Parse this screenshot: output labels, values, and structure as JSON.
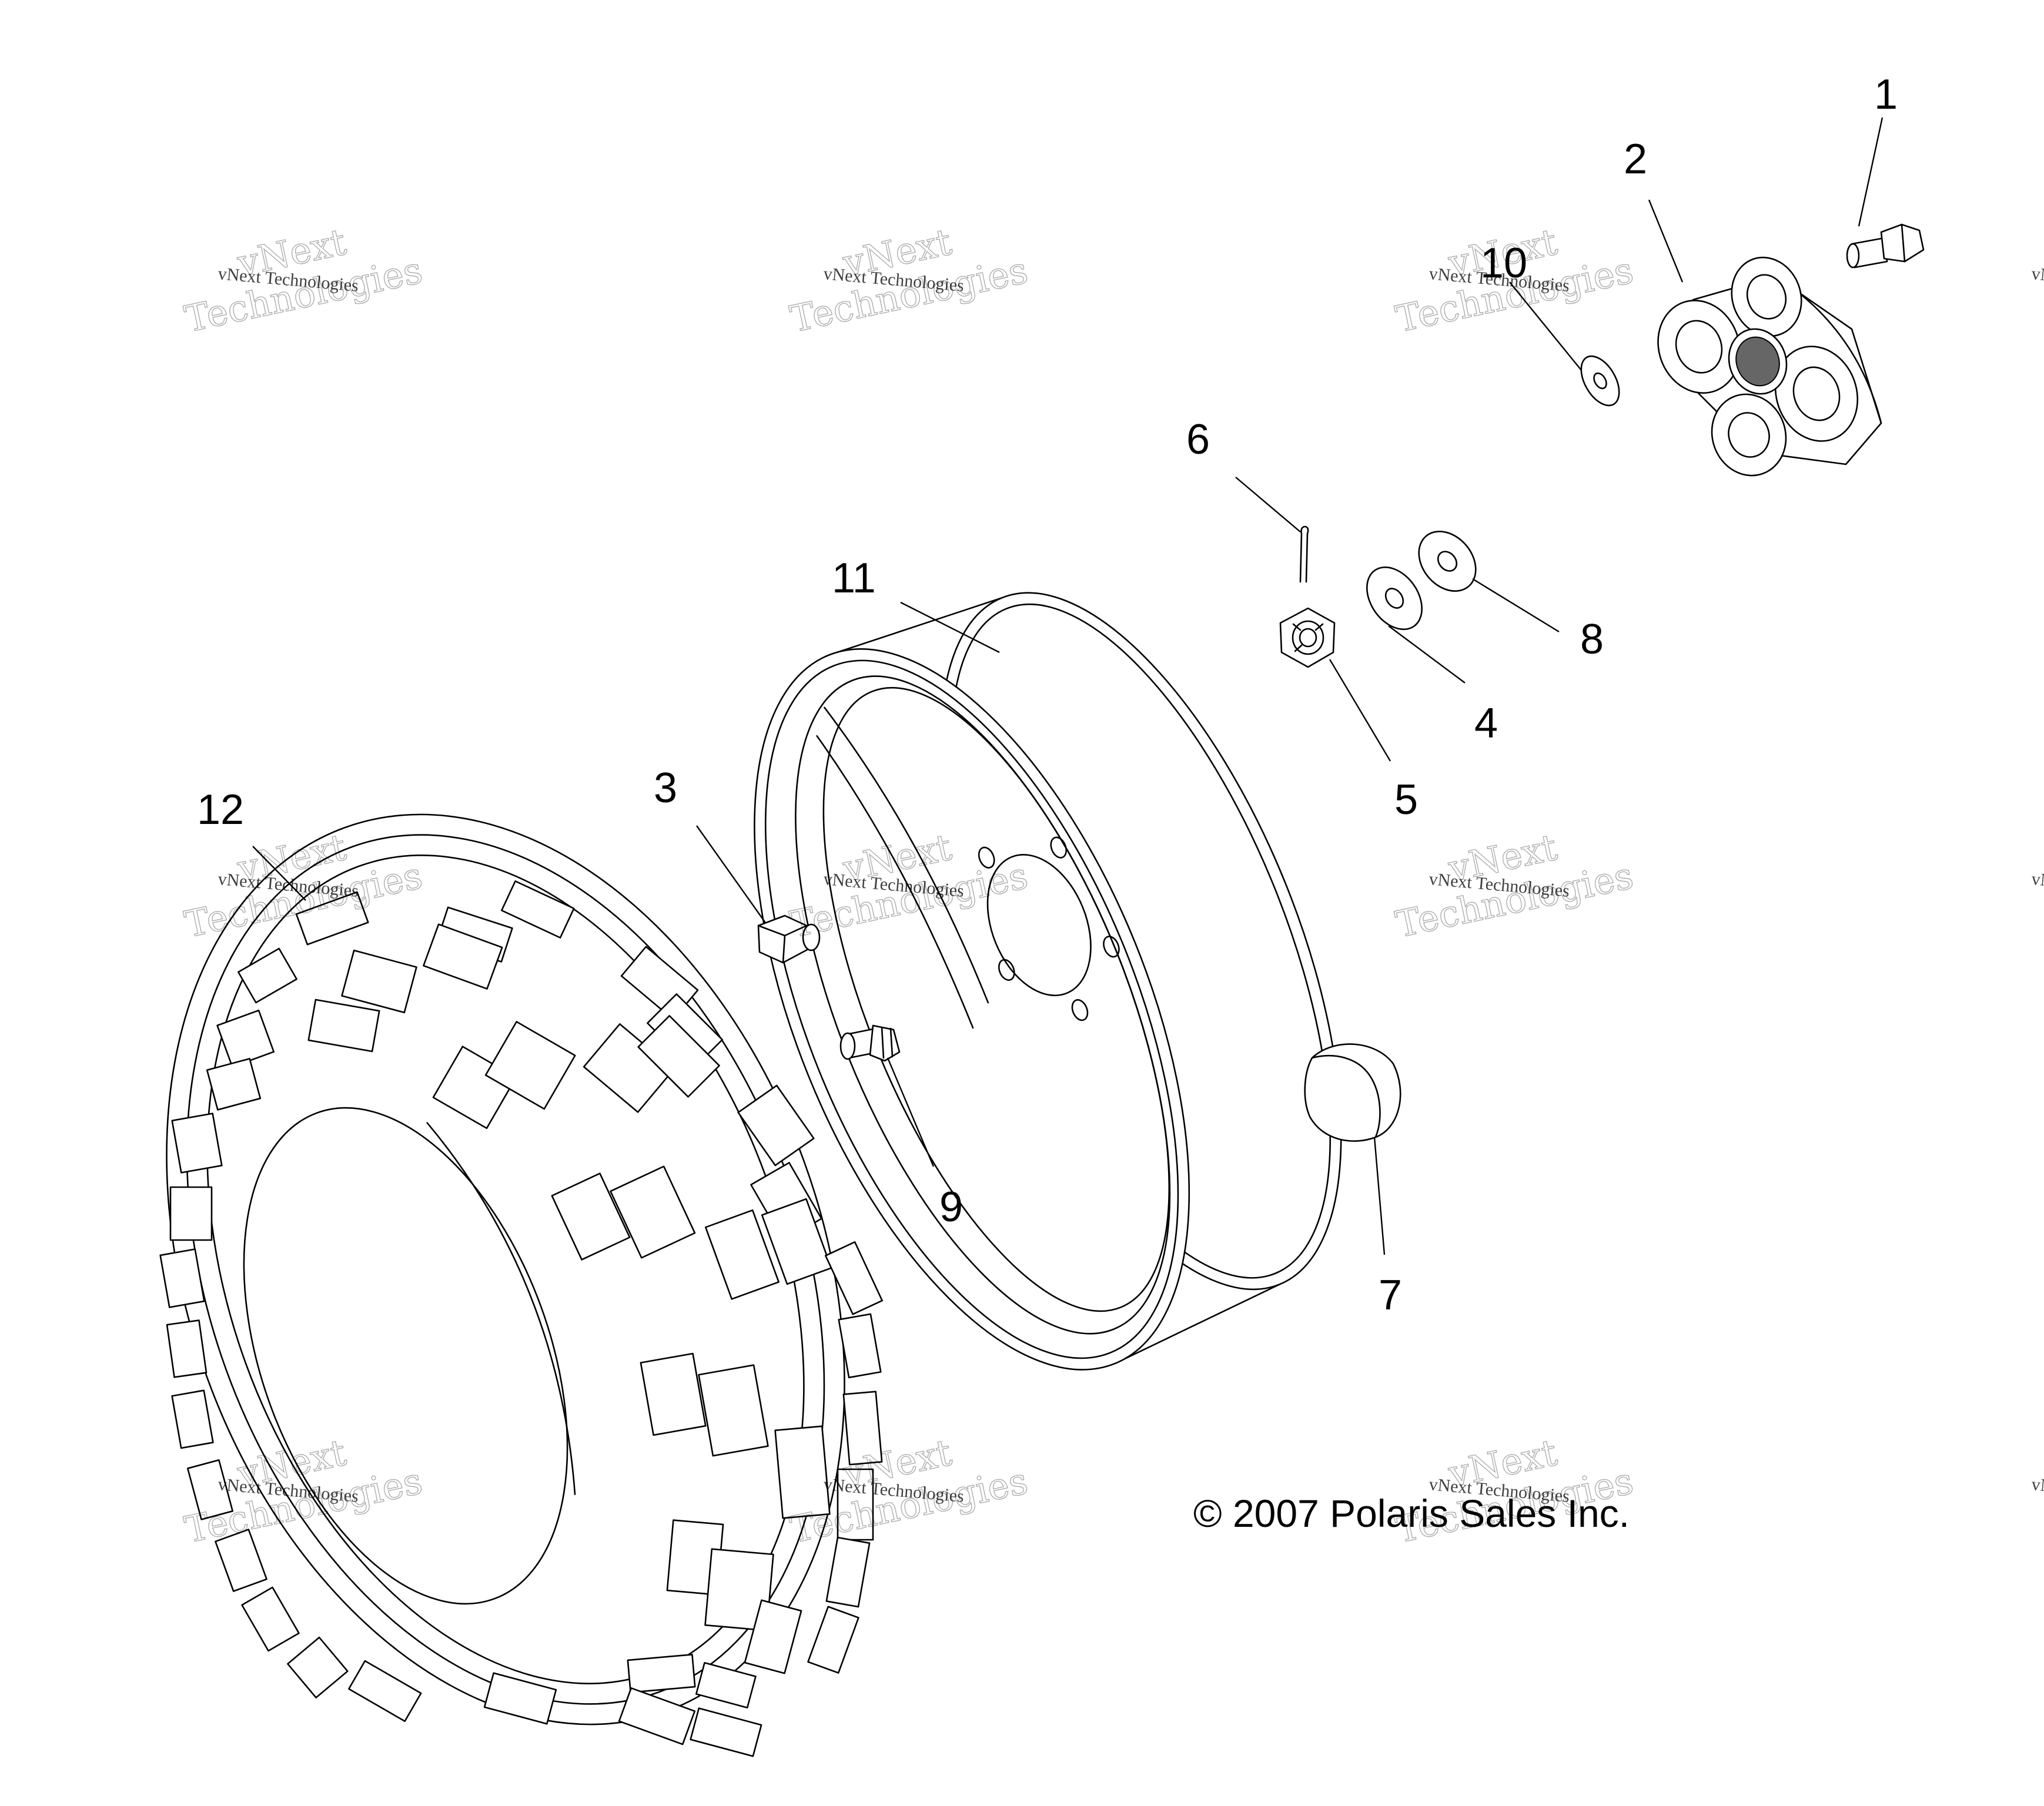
{
  "callouts": {
    "c1": "1",
    "c2": "2",
    "c3": "3",
    "c4": "4",
    "c5": "5",
    "c6": "6",
    "c7": "7",
    "c8": "8",
    "c9": "9",
    "c10": "10",
    "c11": "11",
    "c12": "12"
  },
  "copyright": "© 2007 Polaris Sales Inc.",
  "watermark": {
    "line_small": "vNext Technologies",
    "word1": "vNext",
    "word2": "Technologies"
  }
}
